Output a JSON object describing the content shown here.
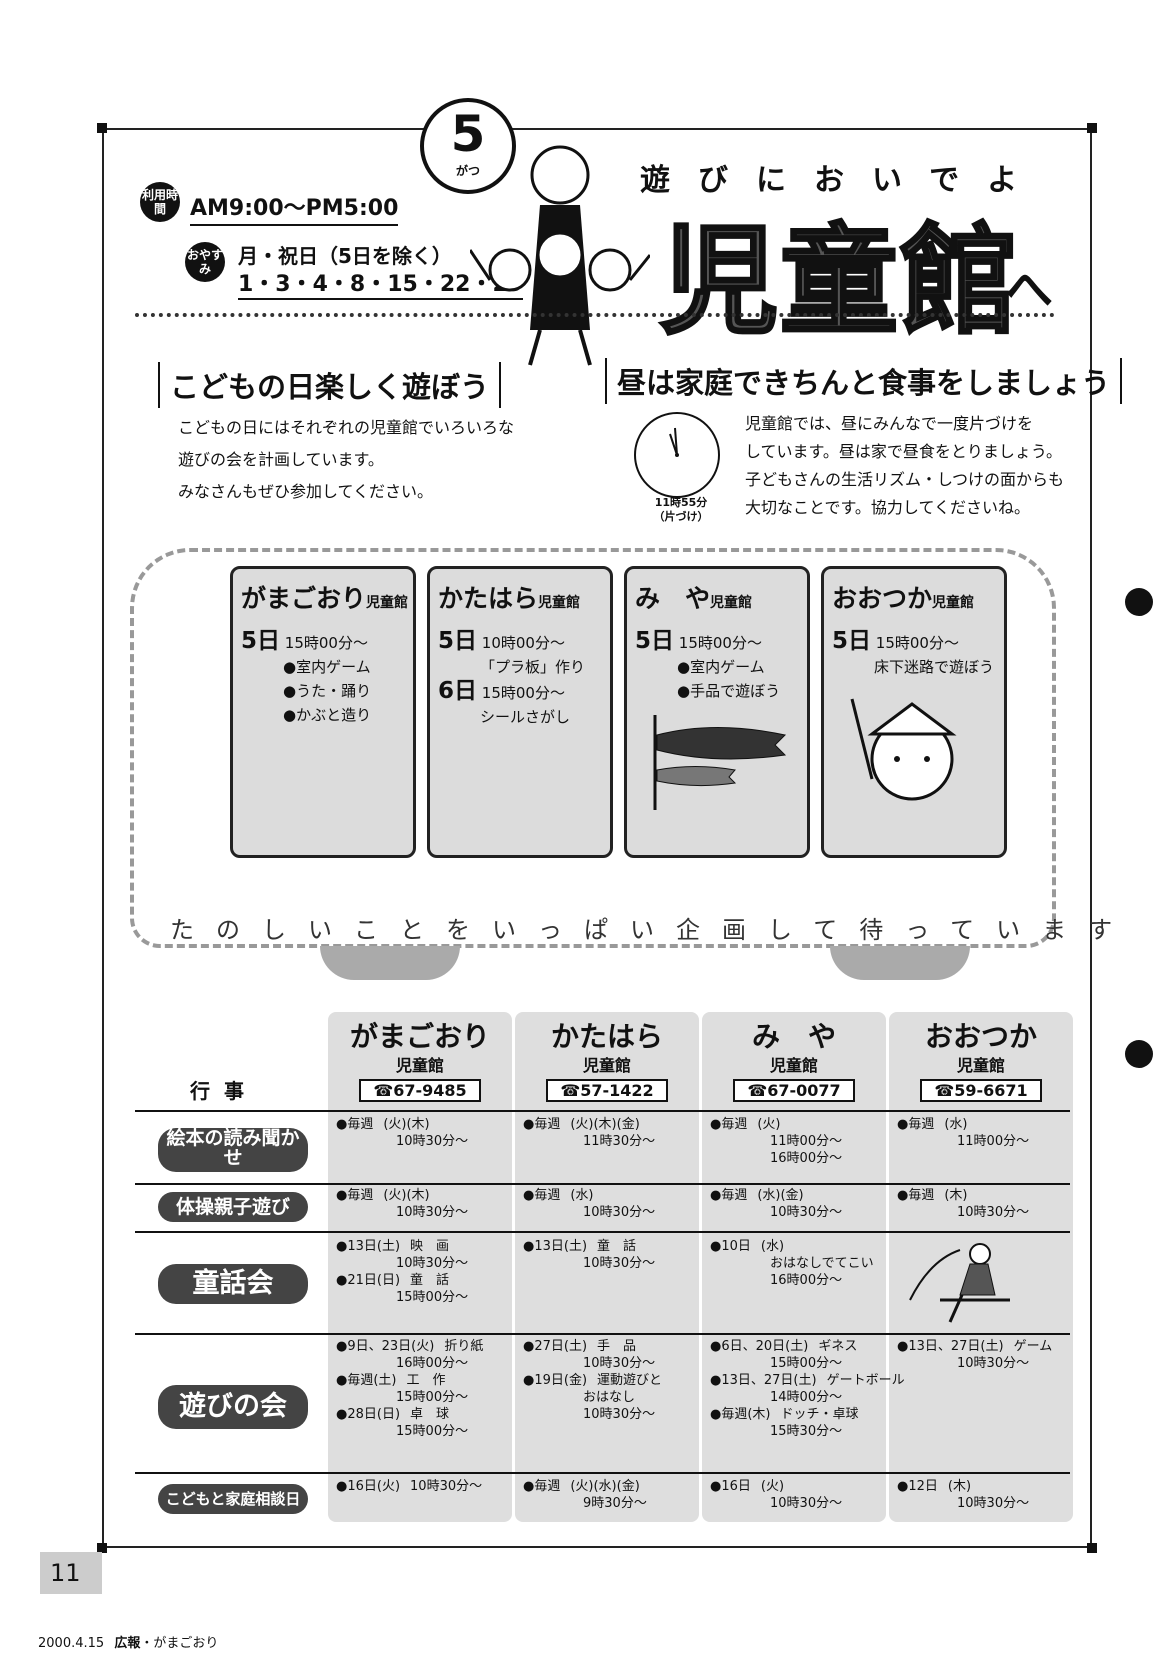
{
  "header": {
    "month_num": "5",
    "month_suffix": "がつ",
    "subtitle": "遊びにおいでよ",
    "title": "児童館",
    "title_suffix": "へ",
    "hours_badge": "利用時間",
    "hours": "AM9:00〜PM5:00",
    "holiday_badge": "おやすみ",
    "holiday_line1": "月・祝日（5日を除く）",
    "holiday_line2": "1・3・4・8・15・22・29"
  },
  "section_left": {
    "heading": "こどもの日楽しく遊ぼう",
    "lines": [
      "こどもの日にはそれぞれの児童館でいろいろな",
      "遊びの会を計画しています。",
      "みなさんもぜひ参加してください。"
    ]
  },
  "section_right": {
    "heading": "昼は家庭できちんと食事をしましょう",
    "clock_caption1": "11時55分",
    "clock_caption2": "（片づけ）",
    "lines": [
      "児童館では、昼にみんなで一度片づけを",
      "しています。昼は家で昼食をとりましょう。",
      "子どもさんの生活リズム・しつけの面からも",
      "大切なことです。協力してくださいね。"
    ]
  },
  "bus": {
    "slogan": "たのしいことをいっぱい企画して待っています",
    "panels": [
      {
        "name": "がまごおり",
        "suffix": "児童館",
        "lines": [
          [
            "5日",
            " 15時00分〜"
          ],
          [
            "",
            "●室内ゲーム"
          ],
          [
            "",
            "●うた・踊り"
          ],
          [
            "",
            "●かぶと造り"
          ]
        ]
      },
      {
        "name": "かたはら",
        "suffix": "児童館",
        "lines": [
          [
            "5日",
            " 10時00分〜"
          ],
          [
            "",
            "「プラ板」作り"
          ],
          [
            "6日",
            " 15時00分〜"
          ],
          [
            "",
            "シールさがし"
          ]
        ]
      },
      {
        "name": "み　や",
        "suffix": "児童館",
        "lines": [
          [
            "5日",
            " 15時00分〜"
          ],
          [
            "",
            "●室内ゲーム"
          ],
          [
            "",
            "●手品で遊ぼう"
          ]
        ]
      },
      {
        "name": "おおつか",
        "suffix": "児童館",
        "lines": [
          [
            "5日",
            " 15時00分〜"
          ],
          [
            "",
            "床下迷路で遊ぼう"
          ]
        ]
      }
    ]
  },
  "schedule": {
    "row_header": "行事",
    "columns": [
      {
        "name": "がまごおり",
        "kan": "児童館",
        "tel": "☎67-9485"
      },
      {
        "name": "かたはら",
        "kan": "児童館",
        "tel": "☎57-1422"
      },
      {
        "name": "み　や",
        "kan": "児童館",
        "tel": "☎67-0077"
      },
      {
        "name": "おおつか",
        "kan": "児童館",
        "tel": "☎59-6671"
      }
    ],
    "rows": [
      {
        "label": "絵本の読み聞かせ",
        "cells": [
          [
            [
              "●毎週",
              "(火)(木)"
            ],
            [
              "",
              "10時30分〜"
            ]
          ],
          [
            [
              "●毎週",
              "(火)(木)(金)"
            ],
            [
              "",
              "11時30分〜"
            ]
          ],
          [
            [
              "●毎週",
              "(火)"
            ],
            [
              "",
              "11時00分〜"
            ],
            [
              "",
              "16時00分〜"
            ]
          ],
          [
            [
              "●毎週",
              "(水)"
            ],
            [
              "",
              "11時00分〜"
            ]
          ]
        ]
      },
      {
        "label": "体操親子遊び",
        "cells": [
          [
            [
              "●毎週",
              "(火)(木)"
            ],
            [
              "",
              "10時30分〜"
            ]
          ],
          [
            [
              "●毎週",
              "(水)"
            ],
            [
              "",
              "10時30分〜"
            ]
          ],
          [
            [
              "●毎週",
              "(水)(金)"
            ],
            [
              "",
              "10時30分〜"
            ]
          ],
          [
            [
              "●毎週",
              "(木)"
            ],
            [
              "",
              "10時30分〜"
            ]
          ]
        ]
      },
      {
        "label": "童話会",
        "cells": [
          [
            [
              "●13日(土)",
              "映　画"
            ],
            [
              "",
              "10時30分〜"
            ],
            [
              "●21日(日)",
              "童　話"
            ],
            [
              "",
              "15時00分〜"
            ]
          ],
          [
            [
              "●13日(土)",
              "童　話"
            ],
            [
              "",
              "10時30分〜"
            ]
          ],
          [
            [
              "●10日",
              "(水)"
            ],
            [
              "",
              "おはなしでてこい"
            ],
            [
              "",
              "16時00分〜"
            ]
          ],
          []
        ]
      },
      {
        "label": "遊びの会",
        "cells": [
          [
            [
              "●9日、23日(火)",
              "折り紙"
            ],
            [
              "",
              "16時00分〜"
            ],
            [
              "●毎週(土)",
              "工　作"
            ],
            [
              "",
              "15時00分〜"
            ],
            [
              "●28日(日)",
              "卓　球"
            ],
            [
              "",
              "15時00分〜"
            ]
          ],
          [
            [
              "●27日(土)",
              "手　品"
            ],
            [
              "",
              "10時30分〜"
            ],
            [
              "●19日(金)",
              "運動遊びと"
            ],
            [
              "",
              "おはなし"
            ],
            [
              "",
              "10時30分〜"
            ]
          ],
          [
            [
              "●6日、20日(土)",
              "ギネス"
            ],
            [
              "",
              "15時00分〜"
            ],
            [
              "●13日、27日(土)",
              "ゲートボール"
            ],
            [
              "",
              "14時00分〜"
            ],
            [
              "●毎週(木)",
              "ドッチ・卓球"
            ],
            [
              "",
              "15時30分〜"
            ]
          ],
          [
            [
              "●13日、27日(土)",
              "ゲーム"
            ],
            [
              "",
              "10時30分〜"
            ]
          ]
        ]
      },
      {
        "label": "こどもと家庭相談日",
        "cells": [
          [
            [
              "●16日(火)",
              "10時30分〜"
            ]
          ],
          [
            [
              "●毎週",
              "(火)(水)(金)"
            ],
            [
              "",
              "9時30分〜"
            ]
          ],
          [
            [
              "●16日",
              "(火)"
            ],
            [
              "",
              "10時30分〜"
            ]
          ],
          [
            [
              "●12日",
              "(木)"
            ],
            [
              "",
              "10時30分〜"
            ]
          ]
        ]
      }
    ]
  },
  "footer": {
    "page": "11",
    "date": "2000.4.15",
    "publication": "広報",
    "city": "・がまごおり"
  }
}
